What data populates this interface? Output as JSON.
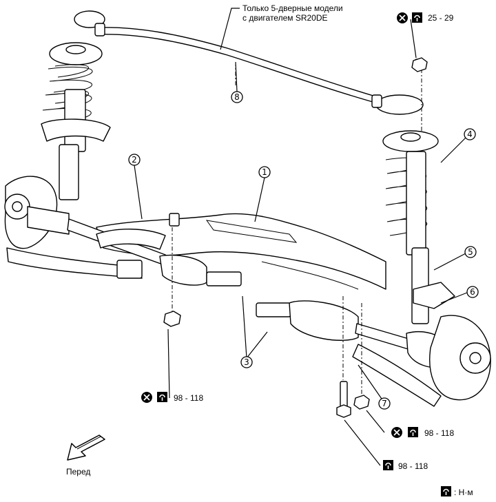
{
  "note": {
    "line1": "Только 5-дверные модели",
    "line2": "с двигателем SR20DE"
  },
  "callouts": [
    "1",
    "2",
    "3",
    "4",
    "5",
    "6",
    "7",
    "8"
  ],
  "torques": {
    "top": "25 - 29",
    "left": "98 - 118",
    "right_upper": "98 - 118",
    "right_lower": "98 - 118"
  },
  "front_label": "Перед",
  "unit_label": ": Н·м",
  "icons": [
    "no-reuse-icon",
    "torque-wrench-icon",
    "front-arrow-icon"
  ]
}
